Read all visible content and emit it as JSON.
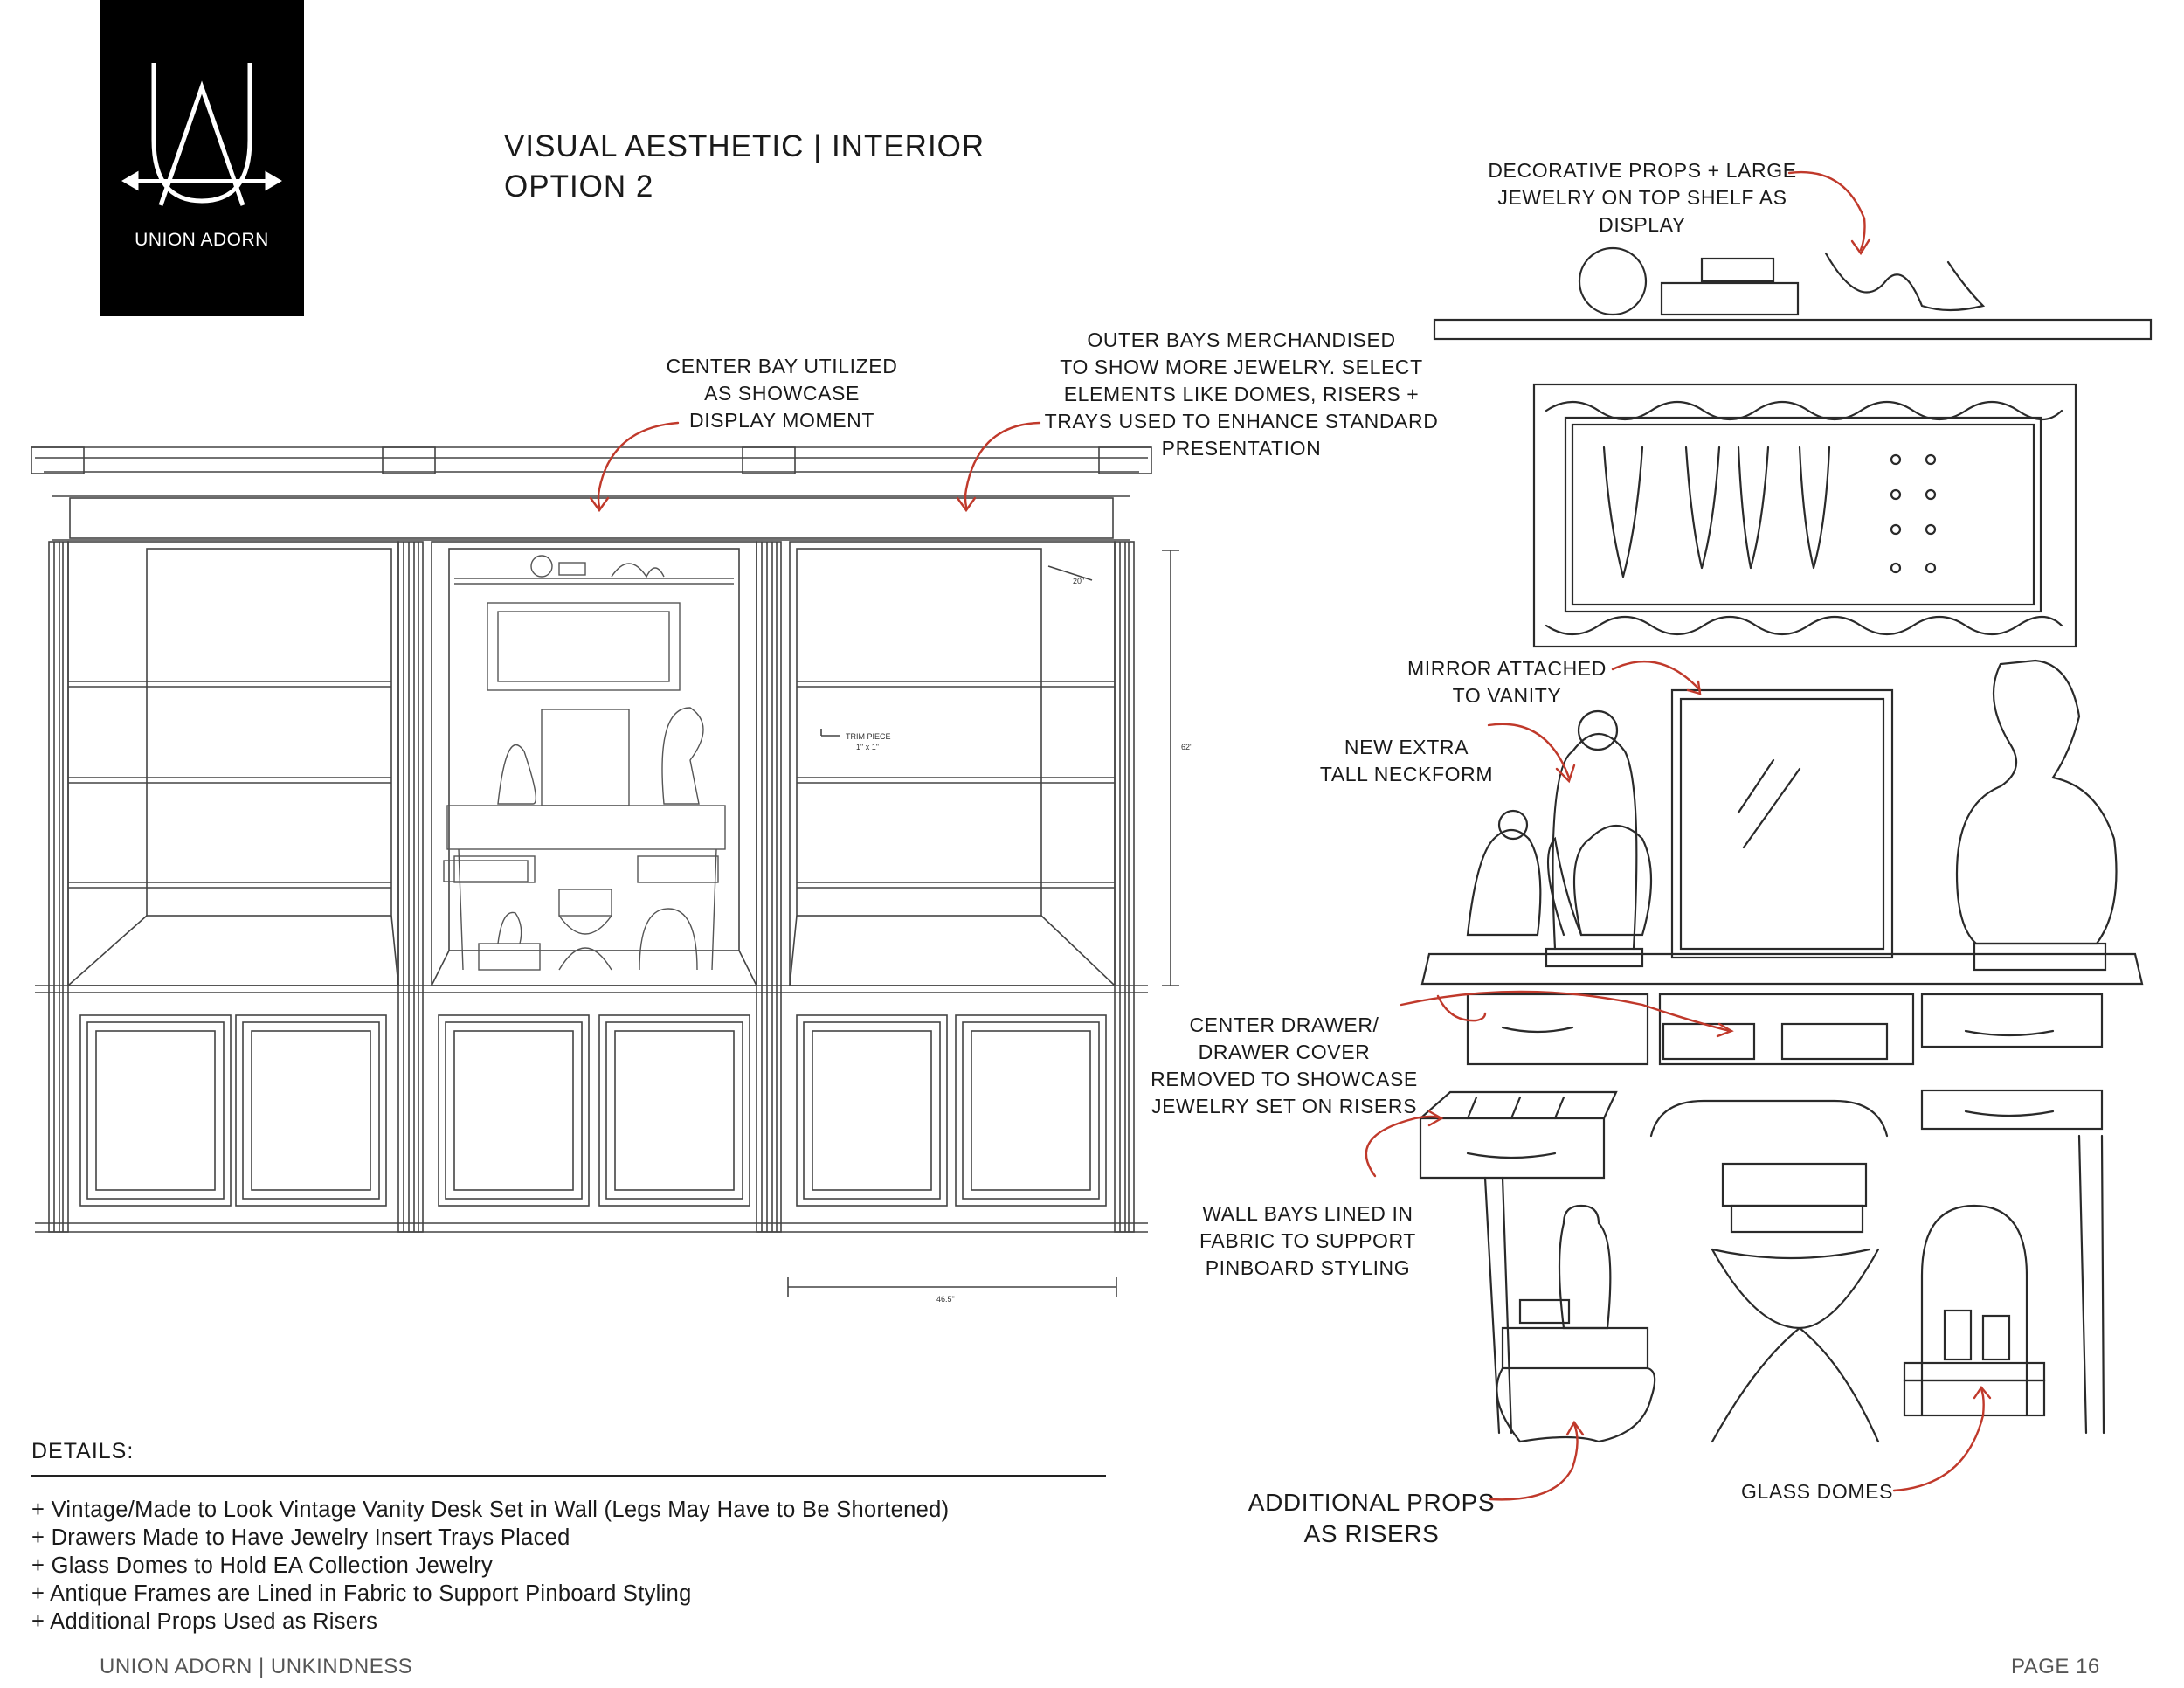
{
  "brand": {
    "name": "UNION ADORN"
  },
  "title": {
    "line1": "VISUAL AESTHETIC | INTERIOR",
    "line2": "OPTION 2"
  },
  "callouts": {
    "decorative_props": [
      "DECORATIVE PROPS + LARGE",
      "JEWELRY ON TOP SHELF AS",
      "DISPLAY"
    ],
    "center_bay": [
      "CENTER BAY UTILIZED",
      "AS SHOWCASE",
      "DISPLAY MOMENT"
    ],
    "outer_bays": [
      "OUTER BAYS MERCHANDISED",
      "TO SHOW MORE JEWELRY. SELECT",
      "ELEMENTS LIKE DOMES, RISERS +",
      "TRAYS USED TO ENHANCE STANDARD",
      "PRESENTATION"
    ],
    "mirror": [
      "MIRROR ATTACHED",
      "TO VANITY"
    ],
    "neckform": [
      "NEW EXTRA",
      "TALL NECKFORM"
    ],
    "center_drawer": [
      "CENTER DRAWER/",
      "DRAWER COVER",
      "REMOVED TO SHOWCASE",
      "JEWELRY SET ON RISERS"
    ],
    "wall_bays": [
      "WALL BAYS LINED IN",
      "FABRIC TO SUPPORT",
      "PINBOARD STYLING"
    ],
    "additional_props": [
      "ADDITIONAL PROPS",
      "AS RISERS"
    ],
    "glass_domes": [
      "GLASS DOMES"
    ]
  },
  "elevation": {
    "dim_depth": "20\"",
    "dim_height": "62\"",
    "dim_width": "46.5\"",
    "trim_piece": [
      "TRIM PIECE",
      "1\" x 1\""
    ]
  },
  "details": {
    "heading": "DETAILS:",
    "items": [
      "+ Vintage/Made to Look Vintage Vanity Desk Set in Wall (Legs May Have to Be Shortened)",
      "+ Drawers Made to Have Jewelry Insert Trays Placed",
      "+ Glass Domes to Hold EA Collection Jewelry",
      "+ Antique Frames are Lined in Fabric to Support Pinboard Styling",
      "+ Additional Props Used as Risers"
    ]
  },
  "footer": {
    "left": "UNION ADORN | UNKINDNESS",
    "right": "PAGE 16"
  },
  "colors": {
    "accent_arrow": "#c0392b",
    "logo_bg": "#000000"
  }
}
